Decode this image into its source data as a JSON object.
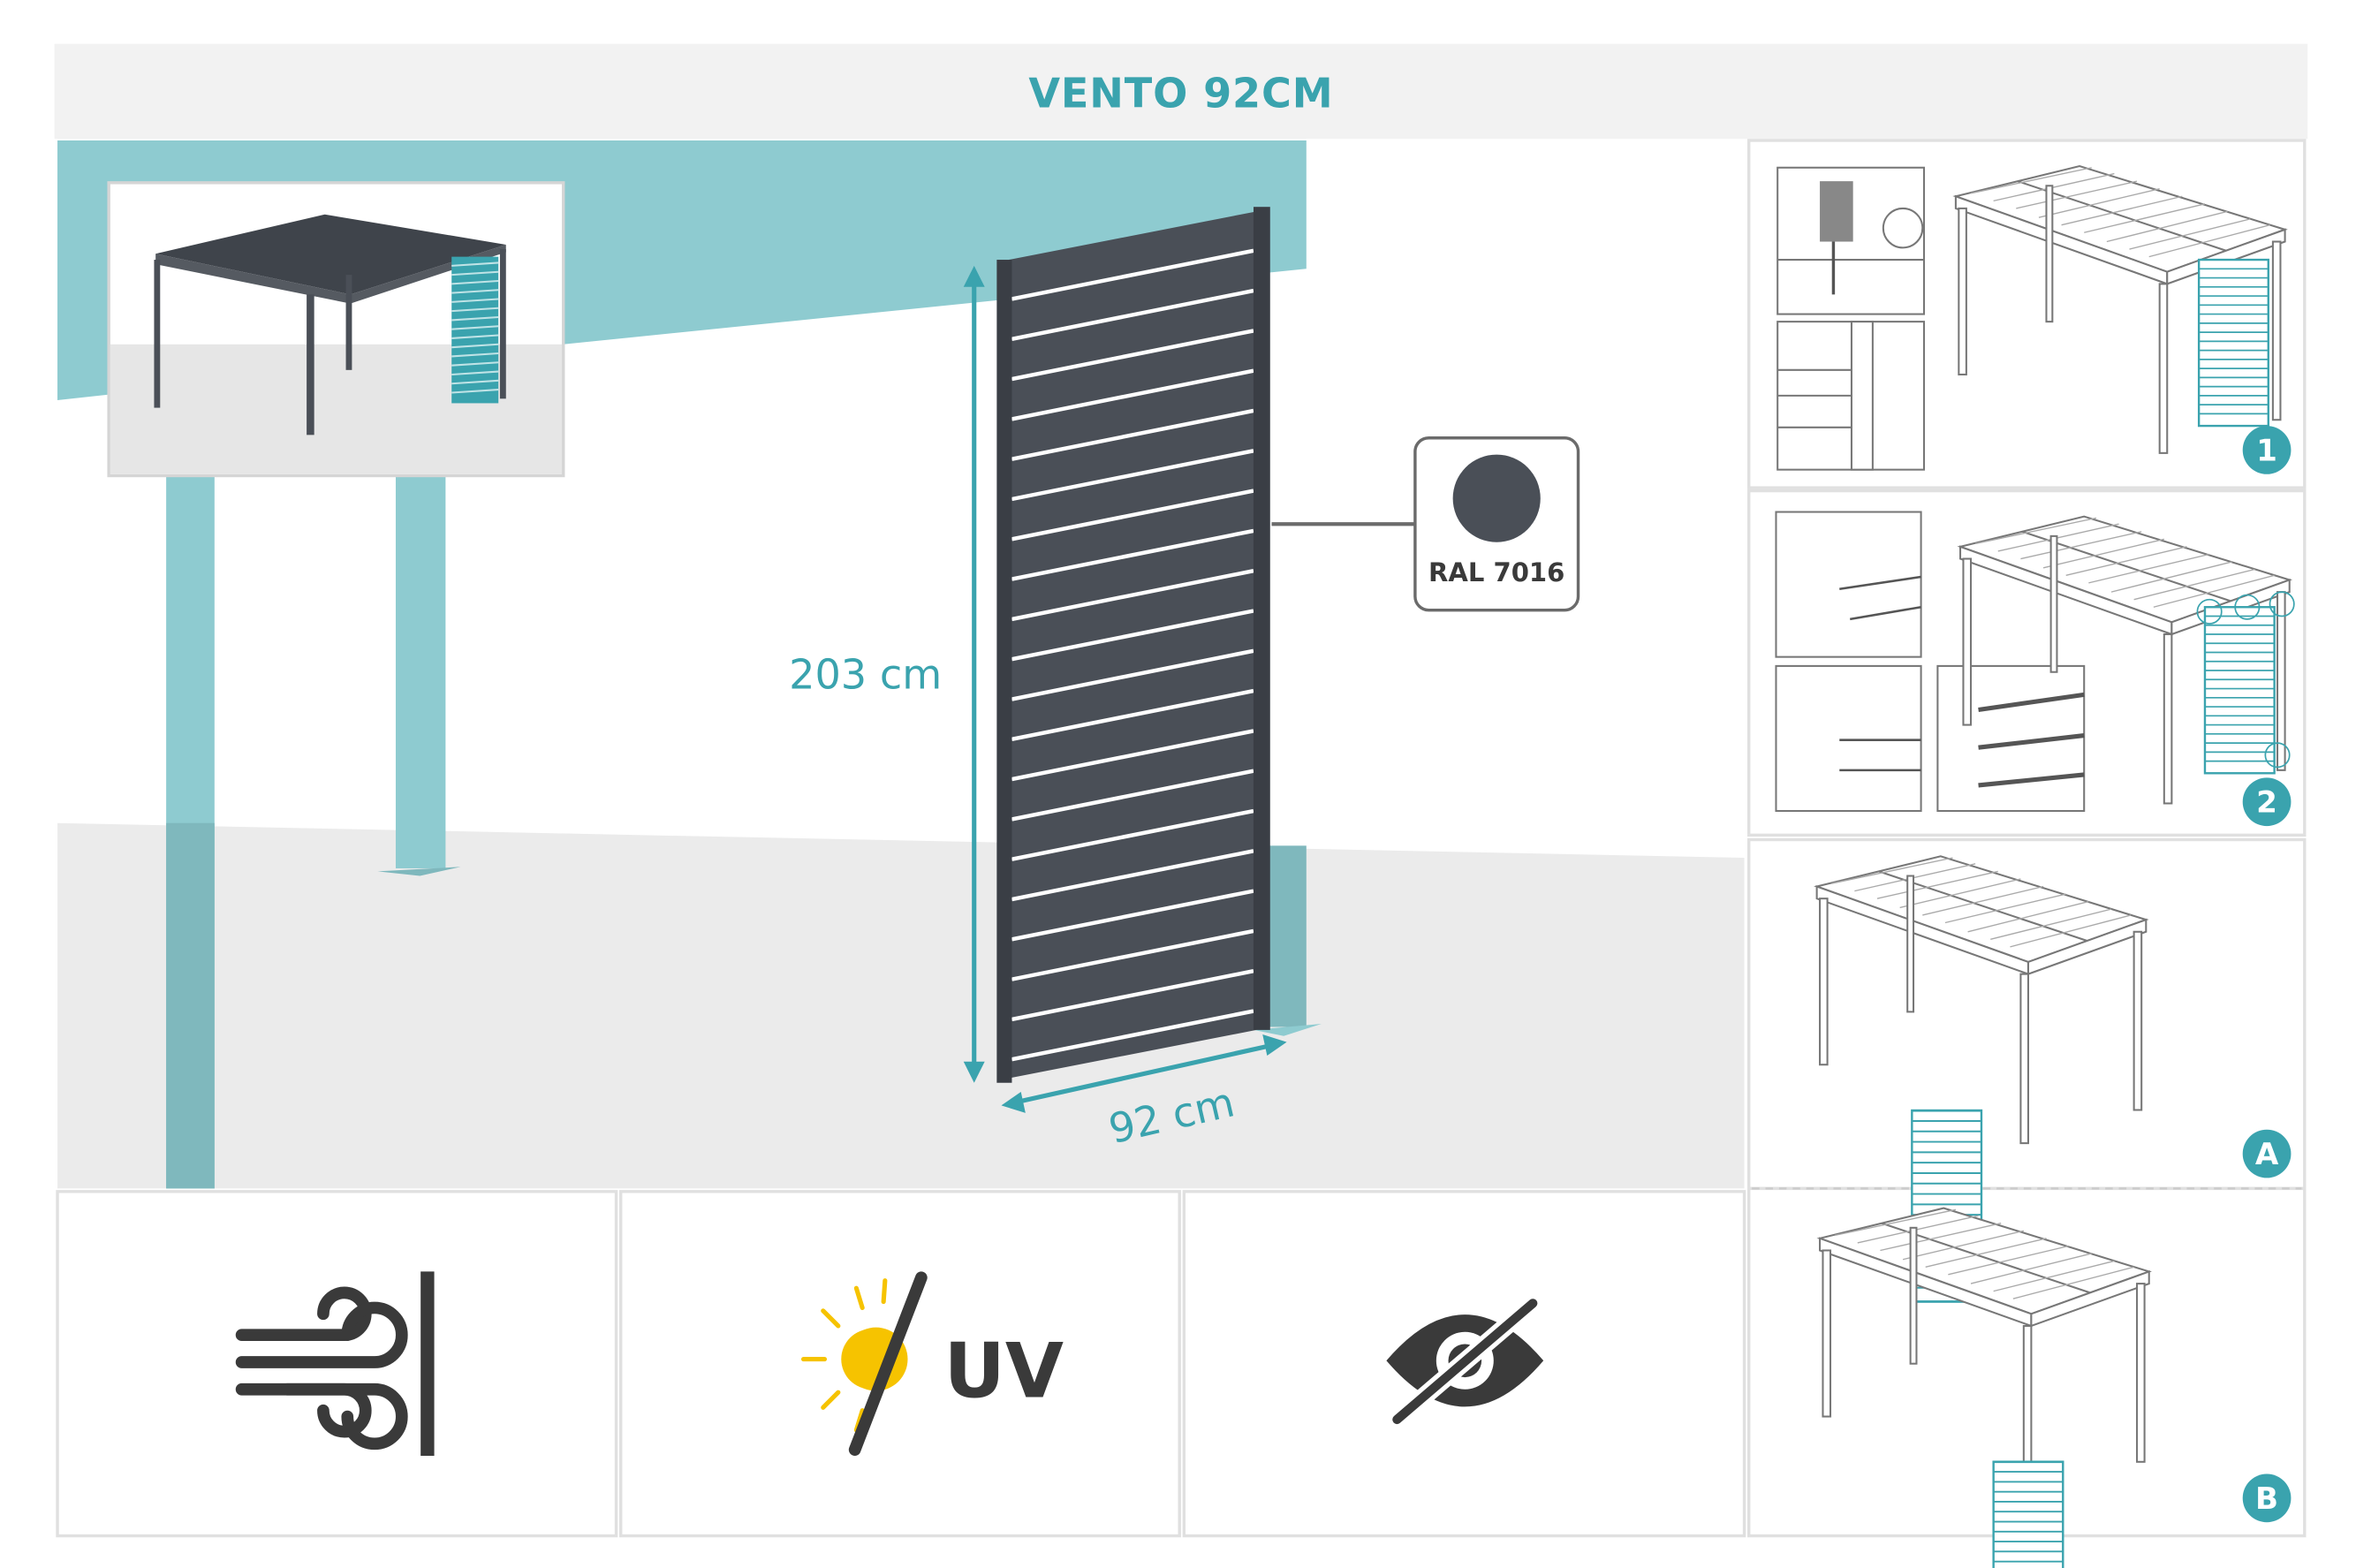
{
  "header": {
    "title": "VENTO 92CM"
  },
  "main": {
    "height_label": "203 cm",
    "width_label": "92 cm",
    "color_callout": {
      "label": "RAL 7016",
      "swatch_color": "#4a4f57"
    }
  },
  "features": {
    "icons": [
      "wind-icon",
      "uv-protection-icon",
      "privacy-eye-slash-icon"
    ],
    "uv_label": "UV"
  },
  "steps": {
    "badges": [
      "1",
      "2",
      "A",
      "B"
    ]
  },
  "colors": {
    "accent": "#3aa3ae",
    "accent_light": "#8ecbd0",
    "panel": "#4a4f57"
  }
}
